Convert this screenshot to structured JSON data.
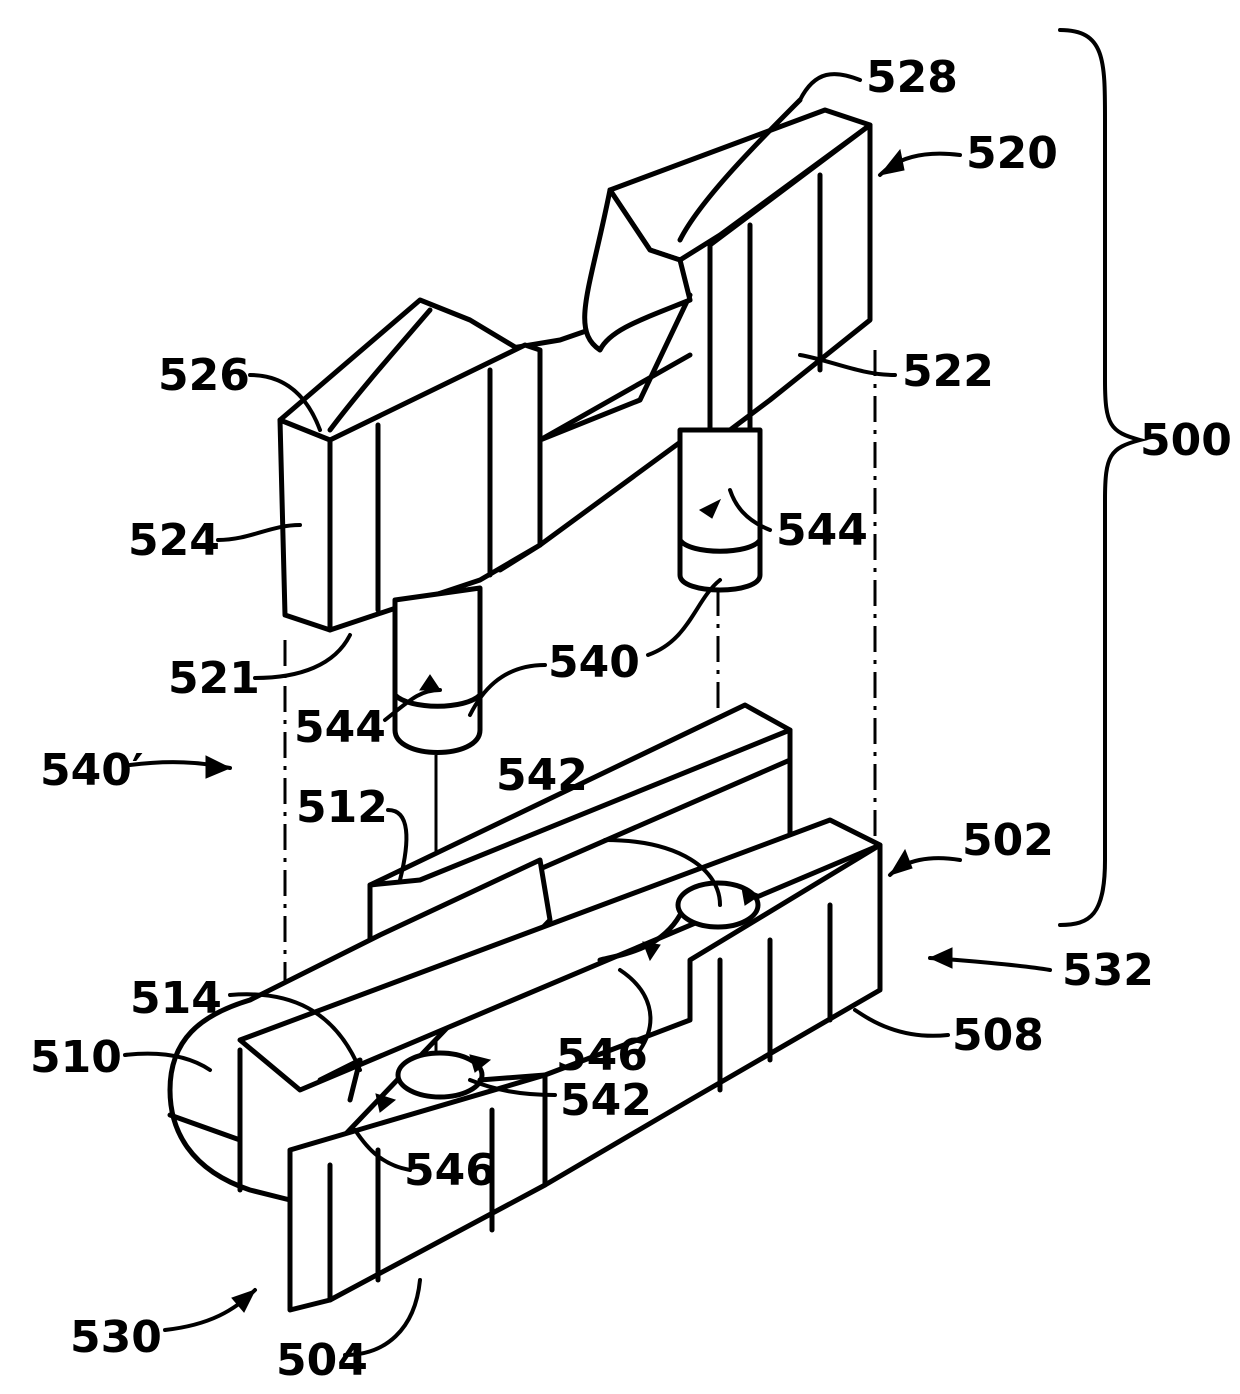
{
  "labels": {
    "l500": "500",
    "l502": "502",
    "l504": "504",
    "l508": "508",
    "l510": "510",
    "l512": "512",
    "l514": "514",
    "l520": "520",
    "l521": "521",
    "l522": "522",
    "l524": "524",
    "l526": "526",
    "l528": "528",
    "l530": "530",
    "l532": "532",
    "l540": "540",
    "l540p": "540′",
    "l542a": "542",
    "l542b": "542",
    "l544a": "544",
    "l544b": "544",
    "l546a": "546",
    "l546b": "546"
  }
}
